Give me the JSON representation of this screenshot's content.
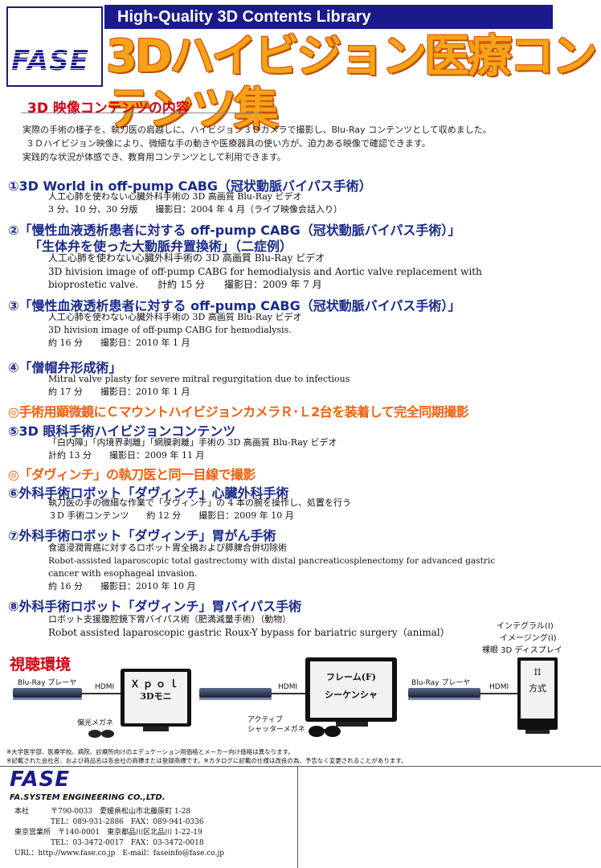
{
  "header": {
    "logo": "FASE",
    "banner": "High-Quality 3D Contents Library",
    "title": "3Dハイビジョン医療コンテンツ集"
  },
  "section": {
    "label": "3D 映像コンテンツの内容",
    "intro": [
      "実際の手術の様子を、執刀医の肩越しに、ハイビジョン３Ｄカメラで撮影し、Blu-Ray コンテンツとして収めました。",
      "３Ｄハイビジョン映像により、微細な手の動きや医療器具の使い方が、迫力ある映像で確認できます。",
      "実践的な状況が体感でき、教育用コンテンツとして利用できます。"
    ]
  },
  "items": [
    {
      "title": "①3D World in off-pump CABG（冠状動脈バイパス手術）",
      "lines": [
        "人工心肺を使わない心臓外科手術の 3D 高画質 Blu-Ray ビデオ",
        "3 分、10 分、30 分版　　撮影日：2004 年 4 月（ライブ映像会話入り）"
      ]
    },
    {
      "title": "②「慢性血液透析患者に対する off-pump CABG（冠状動脈バイパス手術）」",
      "title2": "「生体弁を使った大動脈弁置換術」（二症例）",
      "lines": [
        "人工心肺を使わない心臓外科手術の 3D 高画質 Blu-Ray ビデオ",
        "3D hivision image of off-pump CABG for hemodialysis and Aortic valve replacement with",
        "bioprostetic valve.　　計約 15 分　　撮影日：2009 年 7 月"
      ]
    },
    {
      "title": "③「慢性血液透析患者に対する off-pump CABG（冠状動脈バイパス手術）」",
      "lines": [
        "人工心肺を使わない心臓外科手術の 3D 高画質 Blu-Ray ビデオ",
        "3D hivision image of off-pump CABG for hemodialysis.",
        "約 16 分　　撮影日：2010 年 1 月"
      ]
    },
    {
      "title": "④「僧帽弁形成術」",
      "lines": [
        "Mitral valve plasty for severe mitral regurgitation due to infectious",
        "約 17 分　　撮影日：2010 年 1 月"
      ]
    },
    {
      "title": "⑤3D 眼科手術ハイビジョンコンテンツ",
      "lines": [
        "「白内障」「内境界剥離」「網膜剥離」手術の 3D 高画質 Blu-Ray ビデオ",
        "計約 13 分　　撮影日：2009 年 11 月"
      ]
    },
    {
      "title": "⑥外科手術ロボット「ダヴィンチ」心臓外科手術",
      "lines": [
        "執刀医の手の微細な作業で「ダヴィンチ」の 4 本の腕を操作し、処置を行う",
        "３D 手術コンテンツ　　約 12 分　　撮影日：2009 年 10 月"
      ]
    },
    {
      "title": "⑦外科手術ロボット「ダヴィンチ」胃がん手術",
      "lines": [
        "食道浸潤胃癌に対するロボット胃全摘および膵脾合併切除術",
        "Robot-assisted laparoscopic total gastrectomy with distal pancreaticosplenectomy for advanced gastric",
        "cancer with esophageal invasion.",
        "約 16 分　　撮影日：2010 年 10 月"
      ]
    },
    {
      "title": "⑧外科手術ロボット「ダヴィンチ」胃バイパス手術",
      "lines": [
        "ロボット支援腹腔鏡下胃バイパス術（肥満減量手術）（動物）",
        "Robot assisted laparoscopic gastric Roux-Y bypass for bariatric surgery（animal）"
      ]
    }
  ],
  "notes": {
    "note1": "◎手術用顕微鏡にＣマウントハイビジョンカメラＲ･Ｌ2台を装着して完全同期撮影",
    "note2": "◎「ダヴィンチ」の執刀医と同一目線で撮影"
  },
  "environment": {
    "title": "視聴環境",
    "player_label": "Blu-Ray プレーヤ",
    "hdmi": "HDMI",
    "monitor1": [
      "Ｘｐｏｌ",
      "3Dモニ"
    ],
    "glasses1": "偏光メガネ",
    "monitor2": [
      "フレーム(F)",
      "シーケンシャ"
    ],
    "glasses2": [
      "アクティブ",
      "シャッターメガネ"
    ],
    "monitor3_caption": [
      "インテグラル(I)",
      "イメージング(I)",
      "裸眼 3D ディスプレイ"
    ],
    "monitor3": [
      "II",
      "方式"
    ]
  },
  "footnotes": [
    "※大学医学部、医療学校、病院、診療所向けのエデュケーション用価格とメーカー向け価格は異なります。",
    "※記載された会社名、および商品名は各会社の商標または登録商標です。※カタログに記載の仕様は改良の為、予告なく変更されることがあります。"
  ],
  "company": {
    "logo": "FASE",
    "name": "FA.SYSTEM ENGINEERING CO.,LTD.",
    "address": [
      "本社　　　〒790-0033　愛媛県松山市北藤原町 1-28",
      "　　　　　TEL：089-931-2886　FAX：089-941-0336",
      "東京営業所　〒140-0001　東京都品川区北品川 1-22-19",
      "　　　　　TEL：03-3472-0017　FAX：03-3472-0018",
      "URL：http://www.fase.co.jp　E-mail：faseinfo@fase.co.jp"
    ]
  },
  "colors": {
    "banner": "#1a1a8a",
    "title": "#f7a31a",
    "accent_red": "#d00010",
    "heading_blue": "#1a2a8a",
    "note_orange": "#f06010"
  }
}
